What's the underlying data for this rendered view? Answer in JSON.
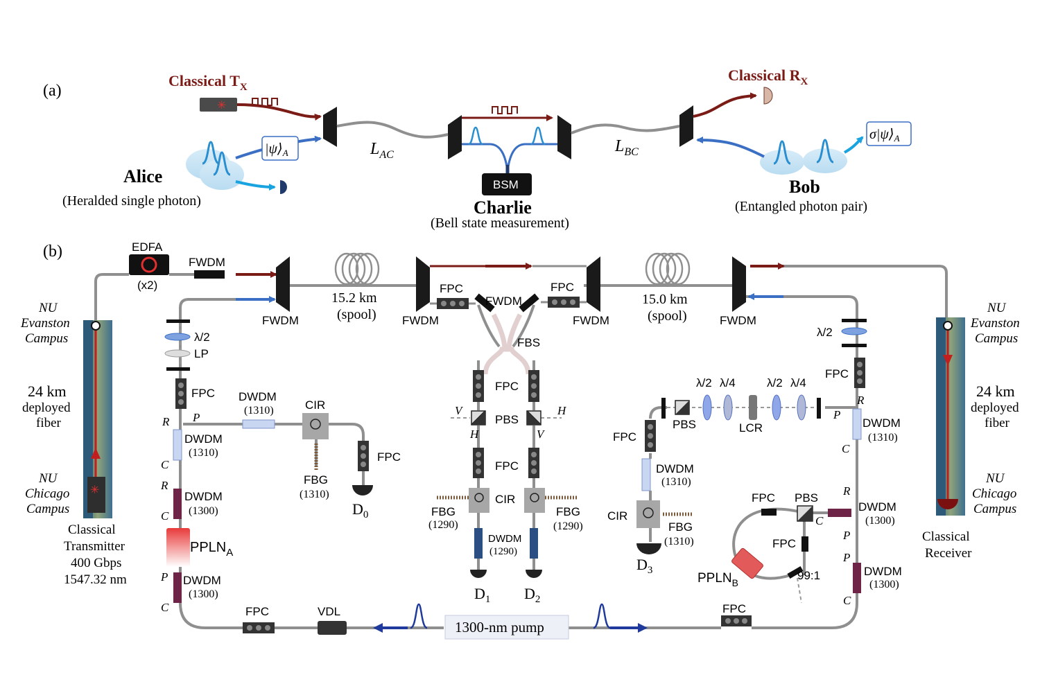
{
  "panel_a": {
    "label": "(a)",
    "classical_tx": "Classical T",
    "classical_tx_sub": "X",
    "classical_rx": "Classical R",
    "classical_rx_sub": "X",
    "l_ac": "L",
    "l_ac_sub": "AC",
    "l_bc": "L",
    "l_bc_sub": "BC",
    "psi_a": "|ψ⟩",
    "psi_a_sub": "A",
    "sigma_psi": "σ|ψ⟩",
    "sigma_psi_sub": "A",
    "alice": "Alice",
    "alice_desc": "(Heralded single photon)",
    "bob": "Bob",
    "bob_desc": "(Entangled photon pair)",
    "bsm": "BSM",
    "charlie": "Charlie",
    "charlie_desc": "(Bell state measurement)"
  },
  "panel_b": {
    "label": "(b)",
    "edfa": "EDFA",
    "edfa_mult": "(x2)",
    "fwdm": "FWDM",
    "fbs": "FBS",
    "fpc": "FPC",
    "pbs": "PBS",
    "cir": "CIR",
    "lp": "LP",
    "lcr": "LCR",
    "half_wave": "λ/2",
    "quarter_wave": "λ/4",
    "spool_left_len": "15.2 km",
    "spool_right_len": "15.0 km",
    "spool": "(spool)",
    "dwdm": "DWDM",
    "w1310": "(1310)",
    "w1300": "(1300)",
    "w1290": "(1290)",
    "fbg": "FBG",
    "d0": "D",
    "d0_sub": "0",
    "d1": "D",
    "d1_sub": "1",
    "d2": "D",
    "d2_sub": "2",
    "d3": "D",
    "d3_sub": "3",
    "ppln_a": "PPLN",
    "ppln_a_sub": "A",
    "ppln_b": "PPLN",
    "ppln_b_sub": "B",
    "vdl": "VDL",
    "pump": "1300-nm pump",
    "splitter": "99:1",
    "port_r": "R",
    "port_p": "P",
    "port_c": "C",
    "pol_h": "H",
    "pol_v": "V",
    "nu_evanston": [
      "NU",
      "Evanston",
      "Campus"
    ],
    "nu_chicago": [
      "NU",
      "Chicago",
      "Campus"
    ],
    "deployed": [
      "24 km",
      "deployed",
      "fiber"
    ],
    "transmitter": [
      "Classical",
      "Transmitter",
      "400 Gbps",
      "1547.32 nm"
    ],
    "receiver": [
      "Classical",
      "Receiver"
    ]
  },
  "colors": {
    "classical": "#7a1b16",
    "quantum": "#3a6fc4",
    "pump": "#1f3a9c",
    "fiber": "#8f8f8f",
    "dwdm1310": "#c9d6f2",
    "dwdm1300": "#6e2447",
    "dwdm1290": "#2b4f83"
  }
}
